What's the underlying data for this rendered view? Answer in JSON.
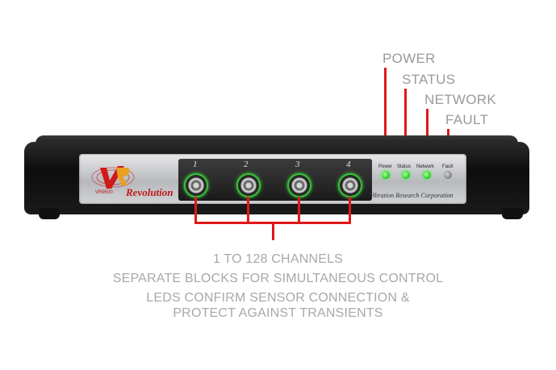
{
  "callouts": {
    "power": "POWER",
    "status": "STATUS",
    "network": "NETWORK",
    "fault": "FAULT"
  },
  "device": {
    "brand": "Revolution",
    "brand_small": "VR9500",
    "company": "Vibration Research Corporation",
    "channels": [
      "1",
      "2",
      "3",
      "4"
    ],
    "led_labels": [
      "Power",
      "Status",
      "Network",
      "Fault"
    ],
    "led_states": [
      "on",
      "on",
      "on",
      "off"
    ],
    "colors": {
      "led_on": "#2fd22f",
      "led_off": "#8a8a8a",
      "leader": "#e01818",
      "brand": "#c01818"
    }
  },
  "captions": {
    "line1": "1 TO 128 CHANNELS",
    "line2": "SEPARATE BLOCKS FOR SIMULTANEOUS CONTROL",
    "line3": "LEDS CONFIRM SENSOR CONNECTION &",
    "line4": "PROTECT AGAINST TRANSIENTS"
  }
}
